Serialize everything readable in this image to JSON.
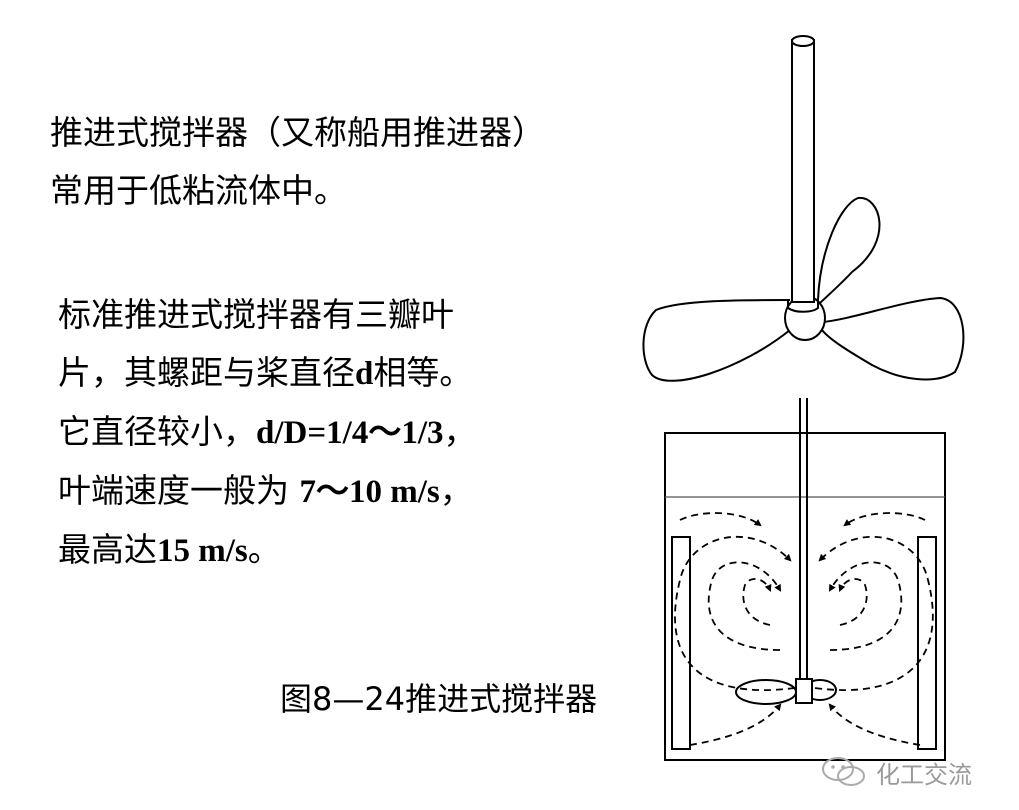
{
  "intro": {
    "line1": "推进式搅拌器（又称船用推进器）",
    "line2": "常用于低粘流体中。"
  },
  "description": {
    "line1": "标准推进式搅拌器有三瓣叶",
    "line2a": "片，其螺距与桨直径",
    "line2b": "d",
    "line2c": "相等。",
    "line3a": "它直径较小，",
    "line3b": "d/D=1/4～1/3",
    "line3c": "，",
    "line4a": "叶端速度一般为 ",
    "line4b": "7～10 m/s",
    "line4c": "，",
    "line5a": "最高达",
    "line5b": "15 m/s",
    "line5c": "。"
  },
  "caption": "图8—24推进式搅拌器",
  "watermark": {
    "text": "化工交流",
    "icon": "wechat-icon"
  }
}
